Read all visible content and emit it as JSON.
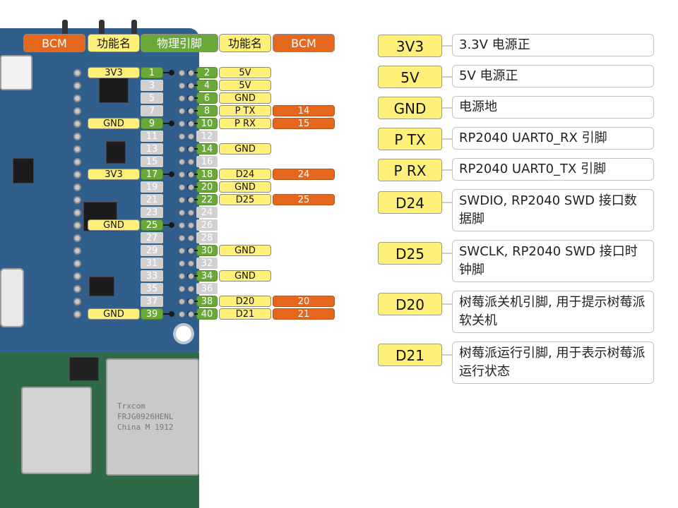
{
  "headers": {
    "left_bcm": "BCM",
    "left_function": "功能名",
    "physical_pin": "物理引脚",
    "right_function": "功能名",
    "right_bcm": "BCM"
  },
  "pins": [
    {
      "num": "1",
      "func": "3V3",
      "bcm": "",
      "active": true
    },
    {
      "num": "2",
      "func": "5V",
      "bcm": "",
      "active": true
    },
    {
      "num": "3",
      "func": "",
      "bcm": "",
      "active": false
    },
    {
      "num": "4",
      "func": "5V",
      "bcm": "",
      "active": true
    },
    {
      "num": "5",
      "func": "",
      "bcm": "",
      "active": false
    },
    {
      "num": "6",
      "func": "GND",
      "bcm": "",
      "active": true
    },
    {
      "num": "7",
      "func": "",
      "bcm": "",
      "active": false
    },
    {
      "num": "8",
      "func": "P TX",
      "bcm": "14",
      "active": true
    },
    {
      "num": "9",
      "func": "GND",
      "bcm": "",
      "active": true
    },
    {
      "num": "10",
      "func": "P RX",
      "bcm": "15",
      "active": true
    },
    {
      "num": "11",
      "func": "",
      "bcm": "",
      "active": false
    },
    {
      "num": "12",
      "func": "",
      "bcm": "",
      "active": false
    },
    {
      "num": "13",
      "func": "",
      "bcm": "",
      "active": false
    },
    {
      "num": "14",
      "func": "GND",
      "bcm": "",
      "active": true
    },
    {
      "num": "15",
      "func": "",
      "bcm": "",
      "active": false
    },
    {
      "num": "16",
      "func": "",
      "bcm": "",
      "active": false
    },
    {
      "num": "17",
      "func": "3V3",
      "bcm": "",
      "active": true
    },
    {
      "num": "18",
      "func": "D24",
      "bcm": "24",
      "active": true
    },
    {
      "num": "19",
      "func": "",
      "bcm": "",
      "active": false
    },
    {
      "num": "20",
      "func": "GND",
      "bcm": "",
      "active": true
    },
    {
      "num": "21",
      "func": "",
      "bcm": "",
      "active": false
    },
    {
      "num": "22",
      "func": "D25",
      "bcm": "25",
      "active": true
    },
    {
      "num": "23",
      "func": "",
      "bcm": "",
      "active": false
    },
    {
      "num": "24",
      "func": "",
      "bcm": "",
      "active": false
    },
    {
      "num": "25",
      "func": "GND",
      "bcm": "",
      "active": true
    },
    {
      "num": "26",
      "func": "",
      "bcm": "",
      "active": false
    },
    {
      "num": "27",
      "func": "",
      "bcm": "",
      "active": false
    },
    {
      "num": "28",
      "func": "",
      "bcm": "",
      "active": false
    },
    {
      "num": "29",
      "func": "",
      "bcm": "",
      "active": false
    },
    {
      "num": "30",
      "func": "GND",
      "bcm": "",
      "active": true
    },
    {
      "num": "31",
      "func": "",
      "bcm": "",
      "active": false
    },
    {
      "num": "32",
      "func": "",
      "bcm": "",
      "active": false
    },
    {
      "num": "33",
      "func": "",
      "bcm": "",
      "active": false
    },
    {
      "num": "34",
      "func": "GND",
      "bcm": "",
      "active": true
    },
    {
      "num": "35",
      "func": "",
      "bcm": "",
      "active": false
    },
    {
      "num": "36",
      "func": "",
      "bcm": "",
      "active": false
    },
    {
      "num": "37",
      "func": "",
      "bcm": "",
      "active": false
    },
    {
      "num": "38",
      "func": "D20",
      "bcm": "20",
      "active": true
    },
    {
      "num": "39",
      "func": "GND",
      "bcm": "",
      "active": true
    },
    {
      "num": "40",
      "func": "D21",
      "bcm": "21",
      "active": true
    }
  ],
  "legend": [
    {
      "label": "3V3",
      "desc": "3.3V 电源正"
    },
    {
      "label": "5V",
      "desc": "5V 电源正"
    },
    {
      "label": "GND",
      "desc": "电源地"
    },
    {
      "label": "P TX",
      "desc": "RP2040 UART0_RX 引脚"
    },
    {
      "label": "P RX",
      "desc": "RP2040 UART0_TX 引脚"
    },
    {
      "label": "D24",
      "desc": "SWDIO, RP2040 SWD 接口数据脚"
    },
    {
      "label": "D25",
      "desc": "SWCLK, RP2040 SWD 接口时钟脚"
    },
    {
      "label": "D20",
      "desc": "树莓派关机引脚, 用于提示树莓派软关机"
    },
    {
      "label": "D21",
      "desc": "树莓派运行引脚, 用于表示树莓派运行状态"
    }
  ],
  "board_text": {
    "jack_brand": "Trxcom",
    "jack_model": "FRJG0926HENL",
    "jack_origin": "China M 1912"
  },
  "colors": {
    "yellow": "#fff07a",
    "orange": "#e4671d",
    "green": "#6aa838",
    "gray": "#d0d0d0"
  }
}
